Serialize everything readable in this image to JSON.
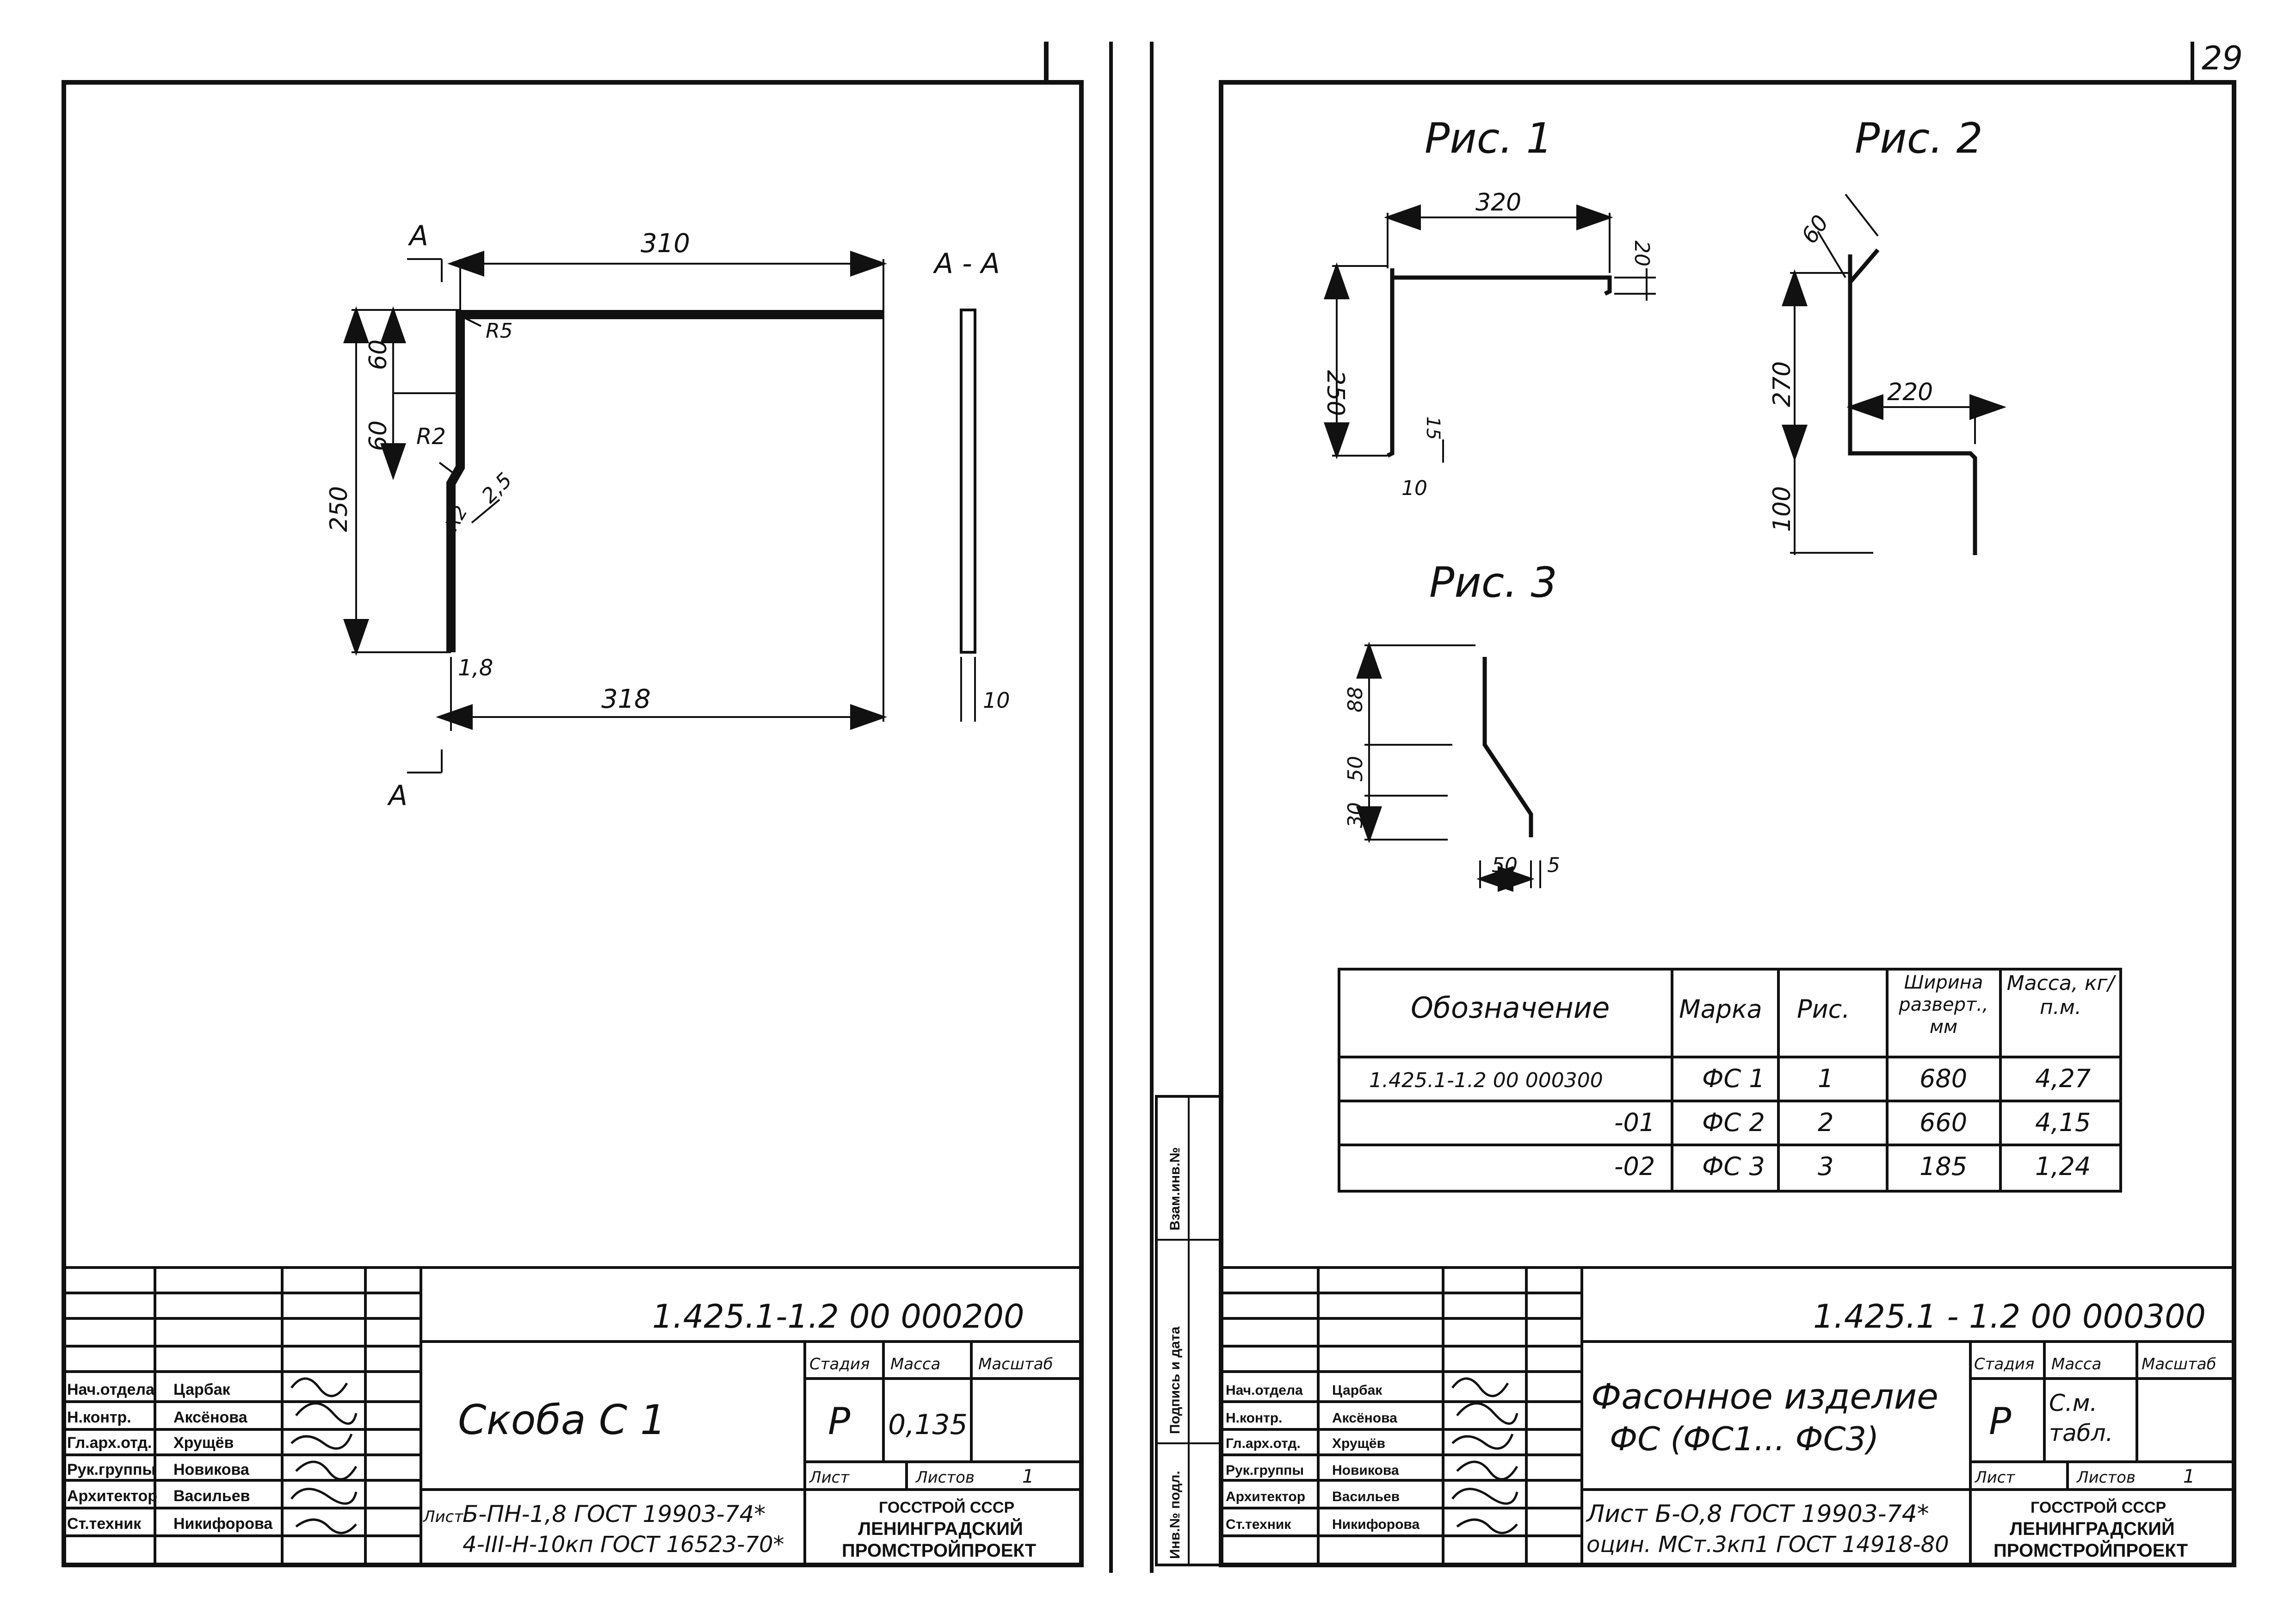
{
  "page_number": "29",
  "left_sheet": {
    "dims": {
      "top": "310",
      "bottom": "318",
      "left_upper": "60",
      "left_middle": "60",
      "left_total": "250",
      "r5": "R5",
      "r2_top": "R2",
      "r2_bottom": "R2",
      "slope": "2,5",
      "thickness": "1,8",
      "section_width": "10"
    },
    "section_marks": {
      "top": "A",
      "bottom": "A",
      "section_label": "A - A"
    },
    "title_block": {
      "doc_code": "1.425.1-1.2  00 000200",
      "title": "Скоба  С 1",
      "stage_header": "Стадия",
      "mass_header": "Масса",
      "scale_header": "Масштаб",
      "stage": "Р",
      "mass": "0,135",
      "sheet_label": "Лист",
      "sheets_label": "Листов",
      "sheets_value": "1",
      "material_prefix": "Лист",
      "material_line1": "Б-ПН-1,8 ГОСТ 19903-74*",
      "material_line2": "4-III-Н-10кп ГОСТ 16523-70*",
      "org_line1": "ГОССТРОЙ СССР",
      "org_line2": "ЛЕНИНГРАДСКИЙ",
      "org_line3": "ПРОМСТРОЙПРОЕКТ",
      "signers": [
        {
          "role": "Нач.отдела",
          "name": "Царбак"
        },
        {
          "role": "Н.контр.",
          "name": "Аксёнова"
        },
        {
          "role": "Гл.арх.отд.",
          "name": "Хрущёв"
        },
        {
          "role": "Рук.группы",
          "name": "Новикова"
        },
        {
          "role": "Архитектор",
          "name": "Васильев"
        },
        {
          "role": "Ст.техник",
          "name": "Никифорова"
        }
      ]
    }
  },
  "right_sheet": {
    "fig1": {
      "label": "Рис. 1",
      "d_width": "320",
      "d_height": "250",
      "d_lip": "20",
      "d_small": "15",
      "d_foot": "10"
    },
    "fig2": {
      "label": "Рис. 2",
      "d_slant": "60",
      "d_height": "270",
      "d_width": "220",
      "d_bottom": "100"
    },
    "fig3": {
      "label": "Рис. 3",
      "d_a": "88",
      "d_b": "50",
      "d_c": "30",
      "d_w": "50",
      "d_t": "5"
    },
    "spec_table": {
      "headers": [
        "Обозначение",
        "Марка",
        "Рис.",
        "Ширина разверт., мм",
        "Масса, кг/п.м."
      ],
      "rows": [
        [
          "1.425.1-1.2  00 000300",
          "ФС 1",
          "1",
          "680",
          "4,27"
        ],
        [
          "-01",
          "ФС 2",
          "2",
          "660",
          "4,15"
        ],
        [
          "-02",
          "ФС 3",
          "3",
          "185",
          "1,24"
        ]
      ]
    },
    "side_stamp": [
      "Взам.инв.№",
      "Подпись и дата",
      "Инв.№ подл."
    ],
    "title_block": {
      "doc_code": "1.425.1 - 1.2  00 000300",
      "title_line1": "Фасонное  изделие",
      "title_line2": "ФС (ФС1... ФС3)",
      "stage_header": "Стадия",
      "mass_header": "Масса",
      "scale_header": "Масштаб",
      "stage": "Р",
      "mass_line1": "С.м.",
      "mass_line2": "табл.",
      "sheet_label": "Лист",
      "sheets_label": "Листов",
      "sheets_value": "1",
      "material_line1": "Лист Б-О,8 ГОСТ 19903-74*",
      "material_line2": "оцин. МСт.3кп1 ГОСТ 14918-80",
      "org_line1": "ГОССТРОЙ СССР",
      "org_line2": "ЛЕНИНГРАДСКИЙ",
      "org_line3": "ПРОМСТРОЙПРОЕКТ",
      "signers": [
        {
          "role": "Нач.отдела",
          "name": "Царбак"
        },
        {
          "role": "Н.контр.",
          "name": "Аксёнова"
        },
        {
          "role": "Гл.арх.отд.",
          "name": "Хрущёв"
        },
        {
          "role": "Рук.группы",
          "name": "Новикова"
        },
        {
          "role": "Архитектор",
          "name": "Васильев"
        },
        {
          "role": "Ст.техник",
          "name": "Никифорова"
        }
      ]
    }
  }
}
